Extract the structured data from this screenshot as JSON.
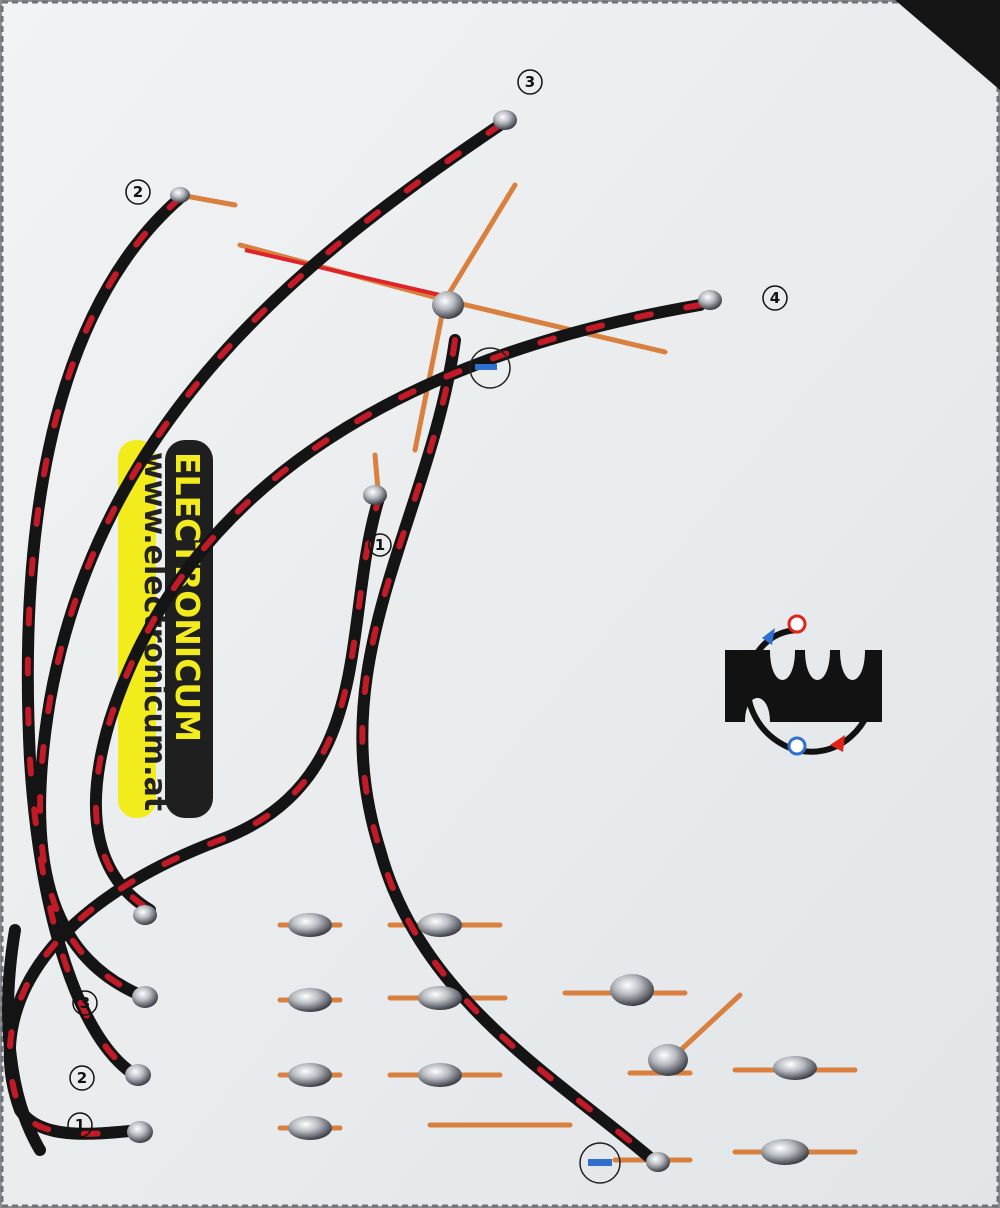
{
  "photo": {
    "subject": "electronics kit wiring board",
    "logo": {
      "url_text": "www.electronicum.at",
      "brand_text": "ELECTRONICUM",
      "url_color": "#f2ec1c",
      "brand_color": "#1f1f1f"
    },
    "terminal_labels": {
      "top_left": "2",
      "top_center": "3",
      "top_right": "4",
      "middle": "1",
      "bottom_3": "3",
      "bottom_2": "2",
      "bottom_1": "1"
    },
    "colors": {
      "paper": "#eceeef",
      "wire_black": "#141414",
      "wire_red": "#c21a26",
      "copper": "#d9803f",
      "solder": "#c9cbd0",
      "corner_tab": "#151515"
    },
    "icons": [
      "engine-cycle-icon",
      "minus-terminal-icon"
    ]
  }
}
